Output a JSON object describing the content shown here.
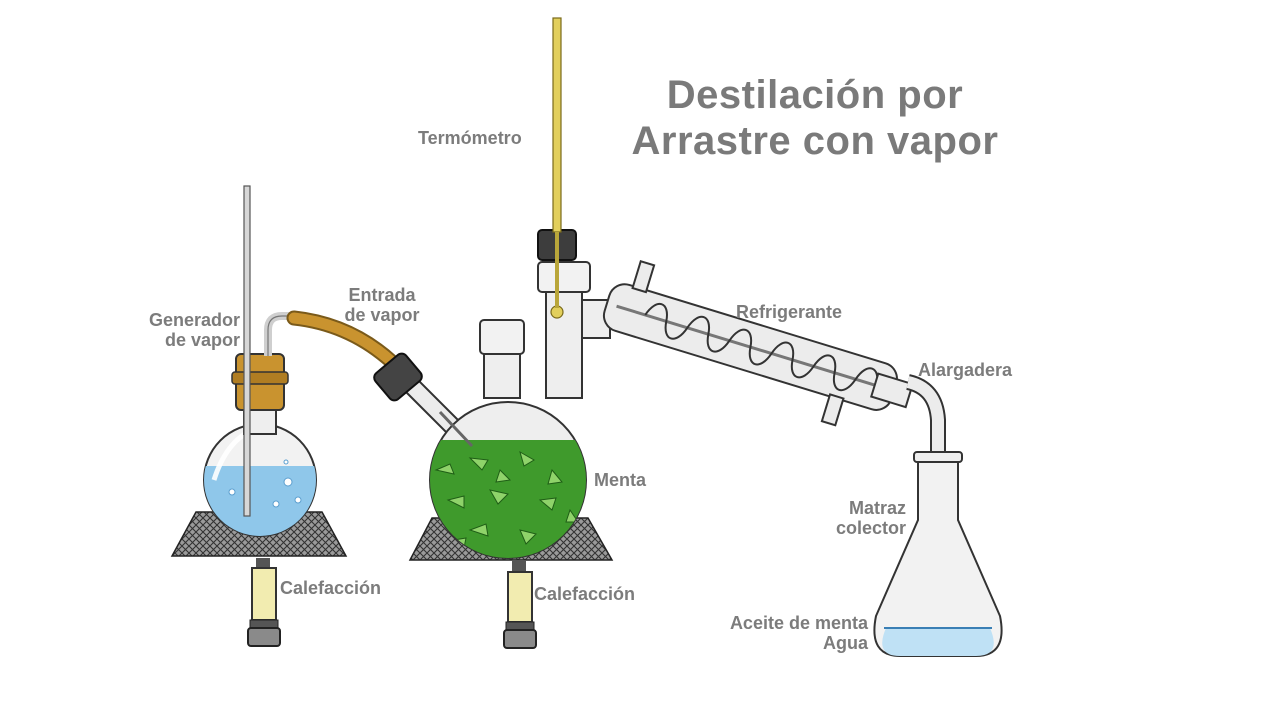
{
  "title": {
    "line1": "Destilación por",
    "line2": "Arrastre con vapor"
  },
  "labels": {
    "termometro": "Termómetro",
    "generador_1": "Generador",
    "generador_2": "de vapor",
    "entrada_1": "Entrada",
    "entrada_2": "de vapor",
    "refrigerante": "Refrigerante",
    "alargadera": "Alargadera",
    "menta": "Menta",
    "matraz_1": "Matraz",
    "matraz_2": "colector",
    "calefaccion_left": "Calefacción",
    "calefaccion_right": "Calefacción",
    "aceite": "Aceite de menta",
    "agua": "Agua"
  },
  "colors": {
    "water": "#8fc7ea",
    "leaves": "#3f9a2c",
    "glass": "#eaeaea",
    "cork": "#c9932f",
    "text": "#7c7c7c"
  }
}
